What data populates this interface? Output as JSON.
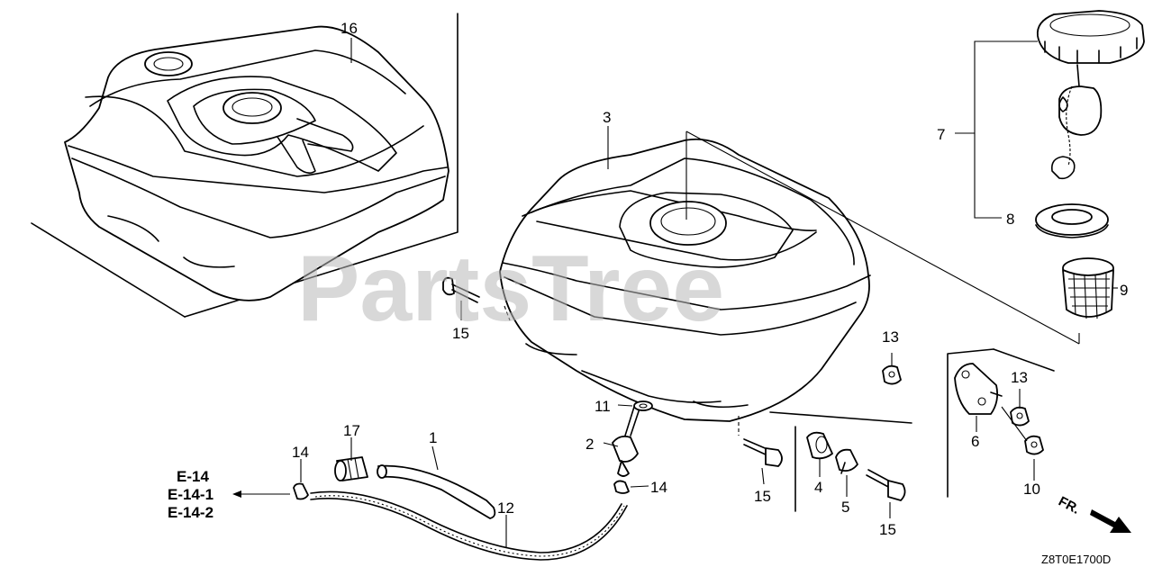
{
  "diagram": {
    "watermark": "PartsTree",
    "drawing_code": "Z8T0E1700D",
    "direction_label": "FR.",
    "reference_labels": [
      "E-14",
      "E-14-1",
      "E-14-2"
    ],
    "callouts": {
      "c1": "1",
      "c2": "2",
      "c3": "3",
      "c4": "4",
      "c5": "5",
      "c6": "6",
      "c7": "7",
      "c8": "8",
      "c9": "9",
      "c10": "10",
      "c11": "11",
      "c12": "12",
      "c13a": "13",
      "c13b": "13",
      "c14a": "14",
      "c14b": "14",
      "c15a": "15",
      "c15b": "15",
      "c15c": "15",
      "c16": "16",
      "c17": "17"
    }
  }
}
